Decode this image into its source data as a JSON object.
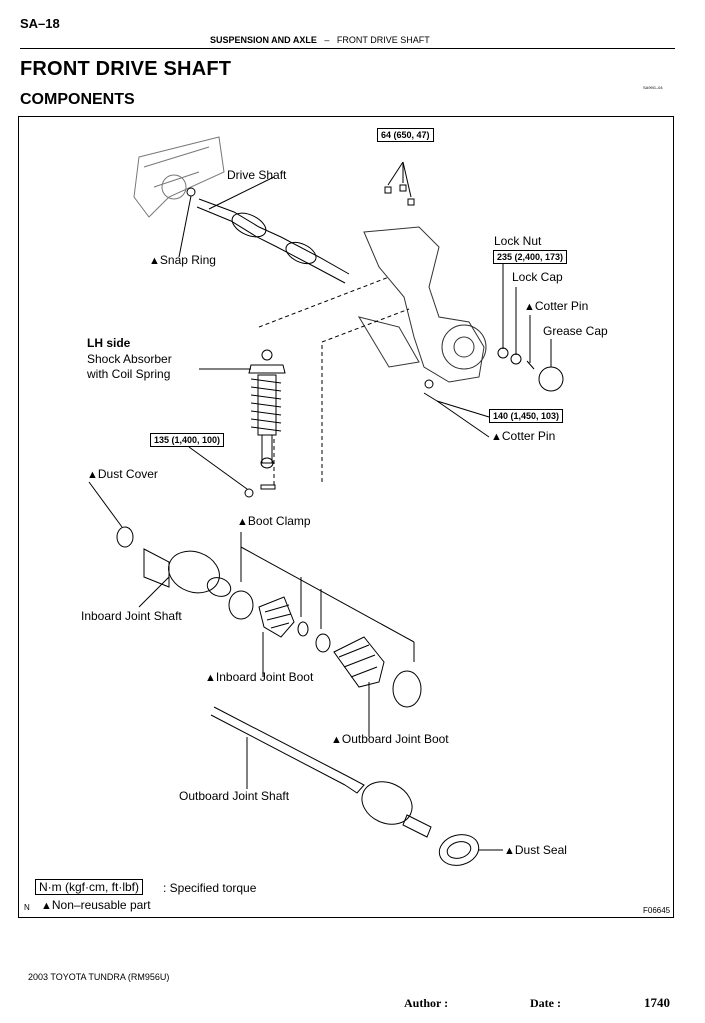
{
  "header": {
    "page_code": "SA–18",
    "section": "SUSPENSION AND AXLE",
    "separator": "–",
    "subsection": "FRONT DRIVE SHAFT"
  },
  "title": "FRONT DRIVE SHAFT",
  "subtitle": "COMPONENTS",
  "small_code": "SA99G–04",
  "figure": {
    "labels": {
      "drive_shaft": "Drive Shaft",
      "snap_ring": "Snap Ring",
      "lh_side": "LH side",
      "shock_absorber": "Shock Absorber",
      "with_coil_spring": "with Coil Spring",
      "lock_nut": "Lock Nut",
      "lock_cap": "Lock Cap",
      "cotter_pin_upper": "Cotter Pin",
      "grease_cap": "Grease Cap",
      "cotter_pin_lower": "Cotter Pin",
      "dust_cover": "Dust Cover",
      "boot_clamp": "Boot Clamp",
      "inboard_joint_shaft": "Inboard Joint Shaft",
      "inboard_joint_boot": "Inboard Joint Boot",
      "outboard_joint_boot": "Outboard Joint Boot",
      "outboard_joint_shaft": "Outboard Joint Shaft",
      "dust_seal": "Dust Seal"
    },
    "torques": {
      "t64": "64 (650, 47)",
      "t235": "235 (2,400, 173)",
      "t140": "140 (1,450, 103)",
      "t135": "135 (1,400, 100)"
    },
    "triangle": "▲",
    "legend": {
      "torque_unit": "N·m (kgf·cm, ft·lbf)",
      "torque_text": ": Specified torque",
      "non_reusable": "Non–reusable part"
    },
    "n_mark": "N",
    "fig_code": "F06645"
  },
  "footer": {
    "model": "2003 TOYOTA TUNDRA   (RM956U)",
    "author": "Author :",
    "date": "Date :",
    "page_number": "1740"
  }
}
